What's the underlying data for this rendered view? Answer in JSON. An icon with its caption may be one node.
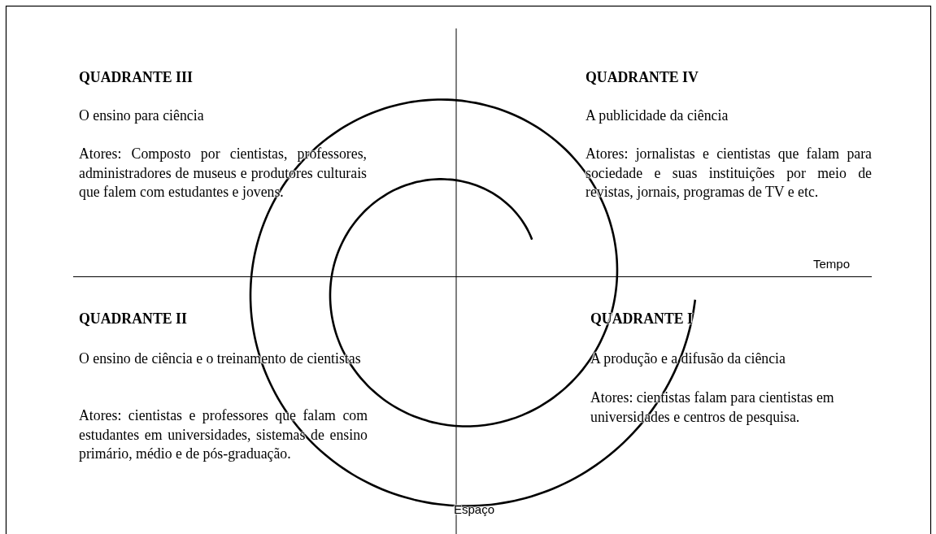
{
  "diagram": {
    "labels": [
      "QUADRANTE III",
      "O ensino para ciência",
      "Atores: Composto por cientistas, professores, administradores de museus e produtores culturais que falem com estudantes e jovens.",
      "QUADRANTE IV",
      "A publicidade da ciência",
      "Atores: jornalistas e cientistas que falam para sociedade e suas instituições por meio de revistas, jornais, programas de TV e etc.",
      "Tempo",
      "QUADRANTE II",
      "O ensino de ciência e o treinamento de cientistas",
      "Atores: cientistas e professores que falam com estudantes em universidades, sistemas de ensino primário, médio e de pós-graduação.",
      "QUADRANTE I",
      "A produção e a difusão da ciência",
      "Atores: cientistas falam para cientistas em universidades e centros de pesquisa.",
      "Espaço"
    ]
  }
}
